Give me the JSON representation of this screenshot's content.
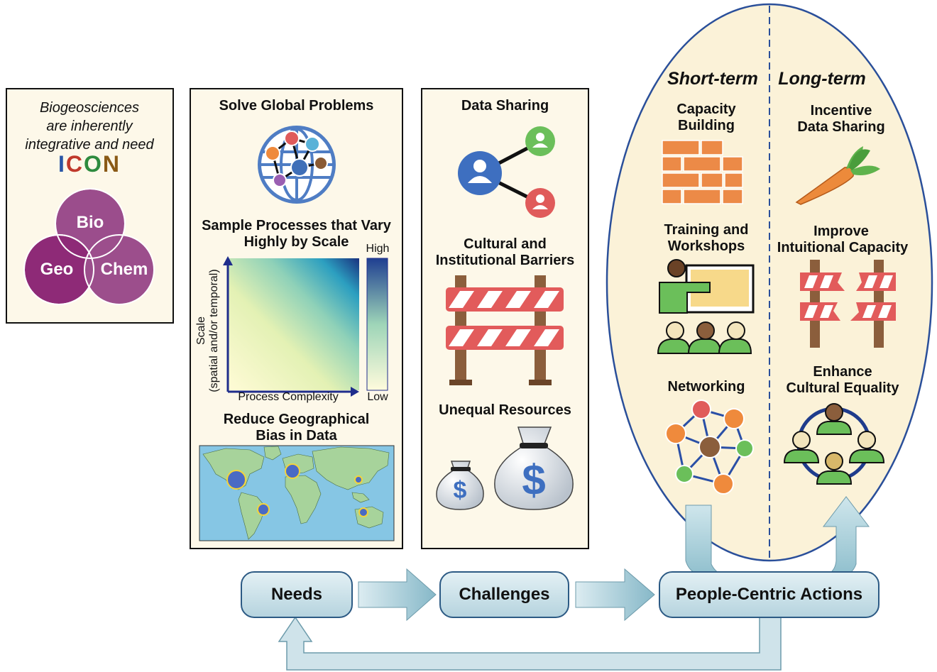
{
  "icon_box": {
    "lines": [
      "Biogeosciences",
      "are inherently",
      "integrative and need"
    ],
    "acronym": [
      "I",
      "C",
      "O",
      "N"
    ],
    "acronym_colors": [
      "#2a56a6",
      "#c0392b",
      "#2e8b3e",
      "#8a5a16"
    ],
    "venn": [
      "Bio",
      "Geo",
      "Chem"
    ]
  },
  "needs": {
    "title": "Solve Global Problems",
    "scale_title_1": "Sample Processes that Vary",
    "scale_title_2": "Highly by Scale",
    "y_label_1": "Scale",
    "y_label_2": "(spatial and/or temporal)",
    "x_label": "Process Complexity",
    "legend_high": "High",
    "legend_low": "Low",
    "bias_title_1": "Reduce Geographical",
    "bias_title_2": "Bias in Data"
  },
  "challenges": {
    "title_1": "Data Sharing",
    "title_2a": "Cultural and",
    "title_2b": "Institutional Barriers",
    "title_3": "Unequal Resources",
    "dollar": "$"
  },
  "actions": {
    "short_term": "Short-term",
    "long_term": "Long-term",
    "capacity_1": "Capacity",
    "capacity_2": "Building",
    "training_1": "Training and",
    "training_2": "Workshops",
    "networking": "Networking",
    "incentive_1": "Incentive",
    "incentive_2": "Data Sharing",
    "improve_1": "Improve",
    "improve_2": "Intuitional Capacity",
    "enhance_1": "Enhance",
    "enhance_2": "Cultural Equality"
  },
  "flow": {
    "needs": "Needs",
    "challenges": "Challenges",
    "actions": "People-Centric Actions"
  }
}
